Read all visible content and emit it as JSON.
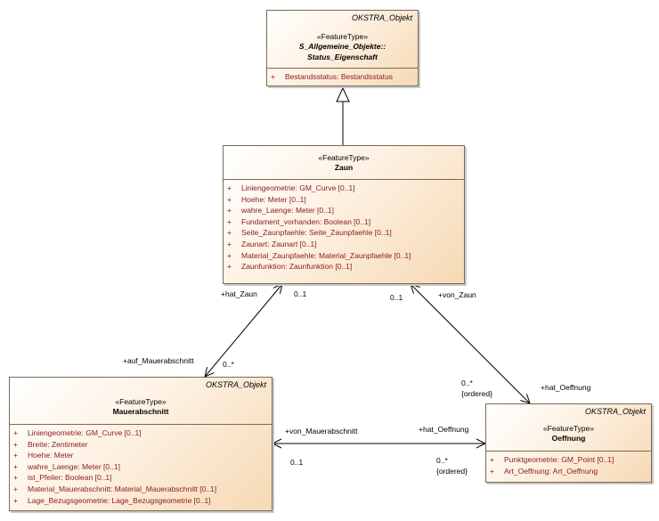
{
  "classes": {
    "status": {
      "package": "OKSTRA_Objekt",
      "stereotype": "«FeatureType»",
      "name_line1": "S_Allgemeine_Objekte::",
      "name_line2": "Status_Eigenschaft",
      "attributes": [
        {
          "vis": "+",
          "text": "Bestandsstatus: Bestandsstatus"
        }
      ]
    },
    "zaun": {
      "stereotype": "«FeatureType»",
      "name": "Zaun",
      "attributes": [
        {
          "vis": "+",
          "text": "Liniengeometrie: GM_Curve [0..1]"
        },
        {
          "vis": "+",
          "text": "Hoehe: Meter [0..1]"
        },
        {
          "vis": "+",
          "text": "wahre_Laenge: Meter [0..1]"
        },
        {
          "vis": "+",
          "text": "Fundament_vorhanden: Boolean [0..1]"
        },
        {
          "vis": "+",
          "text": "Seite_Zaunpfaehle: Seite_Zaunpfaehle [0..1]"
        },
        {
          "vis": "+",
          "text": "Zaunart: Zaunart [0..1]"
        },
        {
          "vis": "+",
          "text": "Material_Zaunpfaehle: Material_Zaunpfaehle [0..1]"
        },
        {
          "vis": "+",
          "text": "Zaunfunktion: Zaunfunktion [0..1]"
        }
      ]
    },
    "mauer": {
      "package": "OKSTRA_Objekt",
      "stereotype": "«FeatureType»",
      "name": "Mauerabschnitt",
      "attributes": [
        {
          "vis": "+",
          "text": "Liniengeometrie: GM_Curve [0..1]"
        },
        {
          "vis": "+",
          "text": "Breite: Zentimeter"
        },
        {
          "vis": "+",
          "text": "Hoehe: Meter"
        },
        {
          "vis": "+",
          "text": "wahre_Laenge: Meter [0..1]"
        },
        {
          "vis": "+",
          "text": "ist_Pfeiler: Boolean [0..1]"
        },
        {
          "vis": "+",
          "text": "Material_Mauerabschnitt: Material_Mauerabschnitt [0..1]"
        },
        {
          "vis": "+",
          "text": "Lage_Bezugsgeometrie: Lage_Bezugsgeometrie [0..1]"
        }
      ]
    },
    "oeffnung": {
      "package": "OKSTRA_Objekt",
      "stereotype": "«FeatureType»",
      "name": "Oeffnung",
      "attributes": [
        {
          "vis": "+",
          "text": "Punktgeometrie: GM_Point [0..1]"
        },
        {
          "vis": "+",
          "text": "Art_Oeffnung: Art_Oeffnung"
        }
      ]
    }
  },
  "associations": {
    "zaun_mauer": {
      "role_zaun": "+hat_Zaun",
      "mult_zaun": "0..1",
      "role_mauer": "+auf_Mauerabschnitt",
      "mult_mauer": "0..*"
    },
    "zaun_oeffnung": {
      "role_zaun": "+von_Zaun",
      "mult_zaun": "0..1",
      "role_oeffnung": "+hat_Oeffnung",
      "mult_oeffnung": "0..*",
      "ordered": "{ordered}"
    },
    "mauer_oeffnung": {
      "role_mauer": "+von_Mauerabschnitt",
      "mult_mauer": "0..1",
      "role_oeffnung": "+hat_Oeffnung",
      "mult_oeffnung": "0..*",
      "ordered": "{ordered}"
    }
  }
}
